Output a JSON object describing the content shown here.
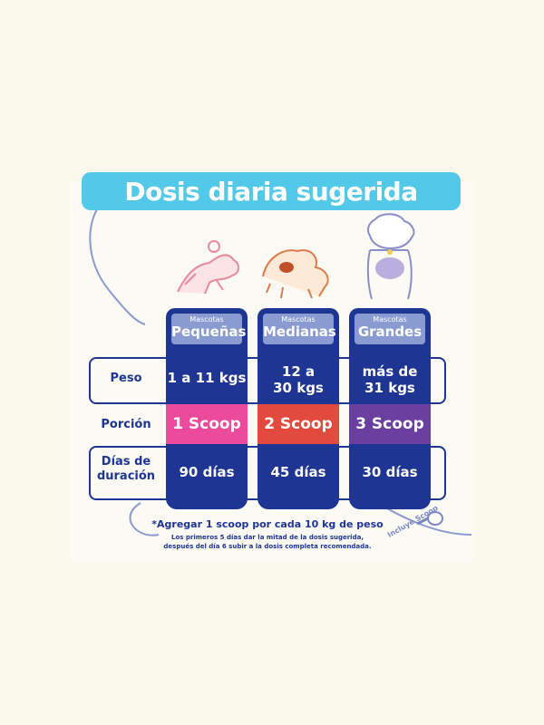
{
  "title": "Dosis diaria sugerida",
  "columns": [
    {
      "small": "Mascotas",
      "big": "Pequeñas",
      "peso": "1 a 11 kgs",
      "porcion": "1 Scoop",
      "dias": "90 días"
    },
    {
      "small": "Mascotas",
      "big": "Medianas",
      "peso_line1": "12 a",
      "peso_line2": "30 kgs",
      "porcion": "2 Scoop",
      "dias": "45 días"
    },
    {
      "small": "Mascotas",
      "big": "Grandes",
      "peso_line1": "más de",
      "peso_line2": "31 kgs",
      "porcion": "3 Scoop",
      "dias": "30 días"
    }
  ],
  "rows": {
    "peso": "Peso",
    "porcion": "Porción",
    "dias_line1": "Días de",
    "dias_line2": "duración"
  },
  "notes": {
    "main": "*Agregar 1 scoop por cada 10 kg de peso",
    "sub_line1": "Los primeros 5 días dar la mitad de la dosis sugerida,",
    "sub_line2": "después del día 6 subir a la dosis completa recomendada."
  },
  "scoop_badge": "Incluye Scoop",
  "colors": {
    "navy": "#1e3594",
    "banner": "#52c9e8",
    "pink": "#ec4b9c",
    "red": "#e24a3e",
    "purple": "#6b3fa0"
  },
  "icons": [
    "small-dog-icon",
    "medium-dog-icon",
    "large-dog-icon",
    "scoop-icon"
  ]
}
